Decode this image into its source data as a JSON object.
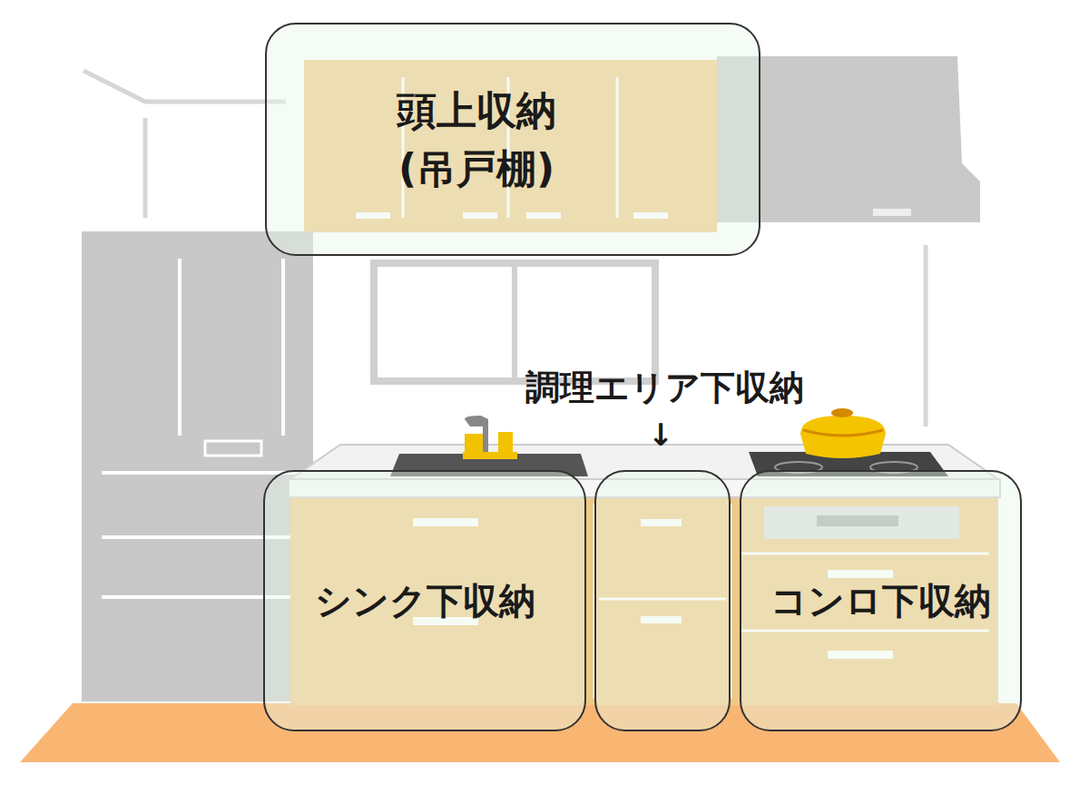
{
  "diagram": {
    "nodes": [
      {
        "text": [
          "頭上収納 (吊戸棚)"
        ]
      },
      {
        "text": [
          "シンク下収納"
        ]
      },
      {
        "text": [
          "調理エリア下収納"
        ]
      },
      {
        "text": [
          "コンロ下収納"
        ]
      }
    ],
    "labels": [
      "↓"
    ]
  }
}
